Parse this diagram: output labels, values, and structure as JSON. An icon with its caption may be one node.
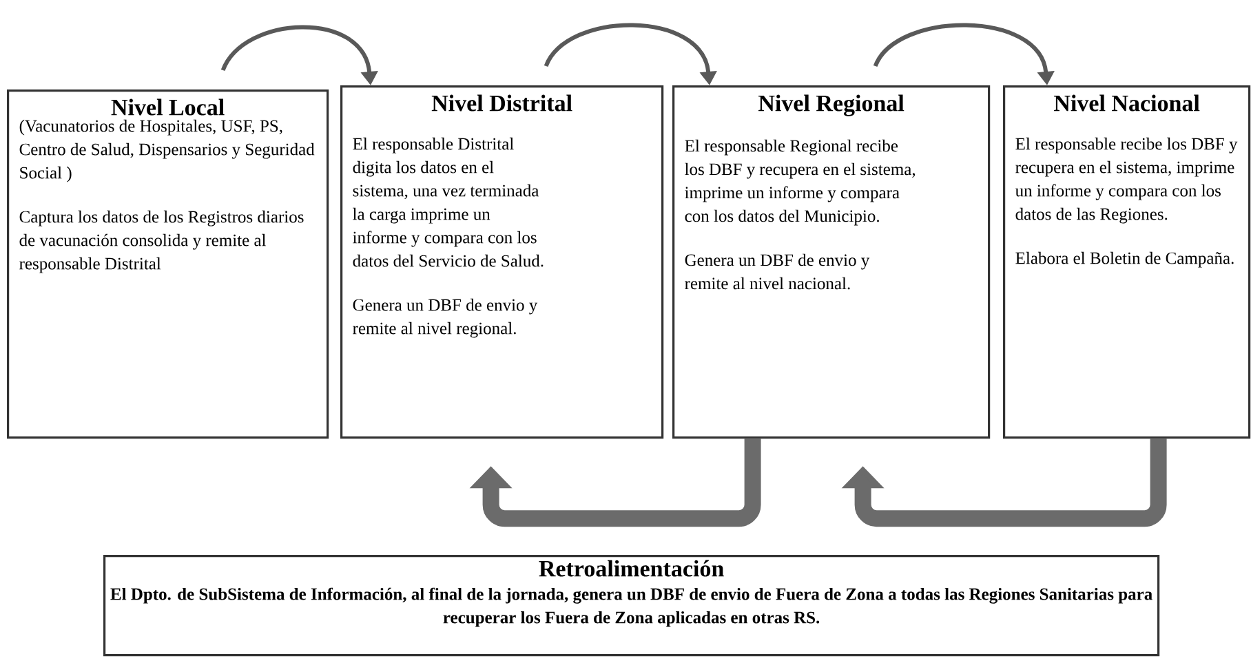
{
  "diagram": {
    "nodes": [
      {
        "text": [
          "Nivel Local",
          "(Vacunatorios de Hospitales, USF, PS, Centro de Salud, Dispensarios y Seguridad Social )",
          "Captura los datos de los Registros diarios de vacunación consolida y remite al responsable Distrital"
        ]
      },
      {
        "text": [
          "Nivel Distrital",
          "El responsable Distrital digita los datos en el sistema, una vez terminada la carga imprime un informe y compara con los datos del Servicio de Salud.",
          "Genera un DBF de envio y remite al nivel regional."
        ]
      },
      {
        "text": [
          "Nivel Regional",
          "El responsable Regional recibe los DBF y recupera en el sistema, imprime un informe y compara con los datos del Municipio.",
          "Genera un DBF de envio y remite al nivel nacional."
        ]
      },
      {
        "text": [
          "Nivel Nacional",
          "El responsable recibe los DBF y recupera en el sistema, imprime un informe y compara con los datos de las Regiones.",
          "Elabora el Boletin de Campaña."
        ]
      },
      {
        "text": [
          "Retroalimentación",
          "El Dpto. de SubSistema de Información, al final de la jornada, genera un DBF de envio de Fuera de Zona a todas las Regiones Sanitarias para recuperar los Fuera de Zona aplicadas en otras RS."
        ]
      }
    ],
    "edges": [
      {
        "from": 0,
        "to": 1,
        "arrow": "to"
      },
      {
        "from": 1,
        "to": 2,
        "arrow": "to"
      },
      {
        "from": 2,
        "to": 3,
        "arrow": "to"
      },
      {
        "from": 2,
        "to": 1,
        "arrow": "to",
        "style": "thick"
      },
      {
        "from": 3,
        "to": 2,
        "arrow": "to",
        "style": "thick"
      }
    ]
  }
}
